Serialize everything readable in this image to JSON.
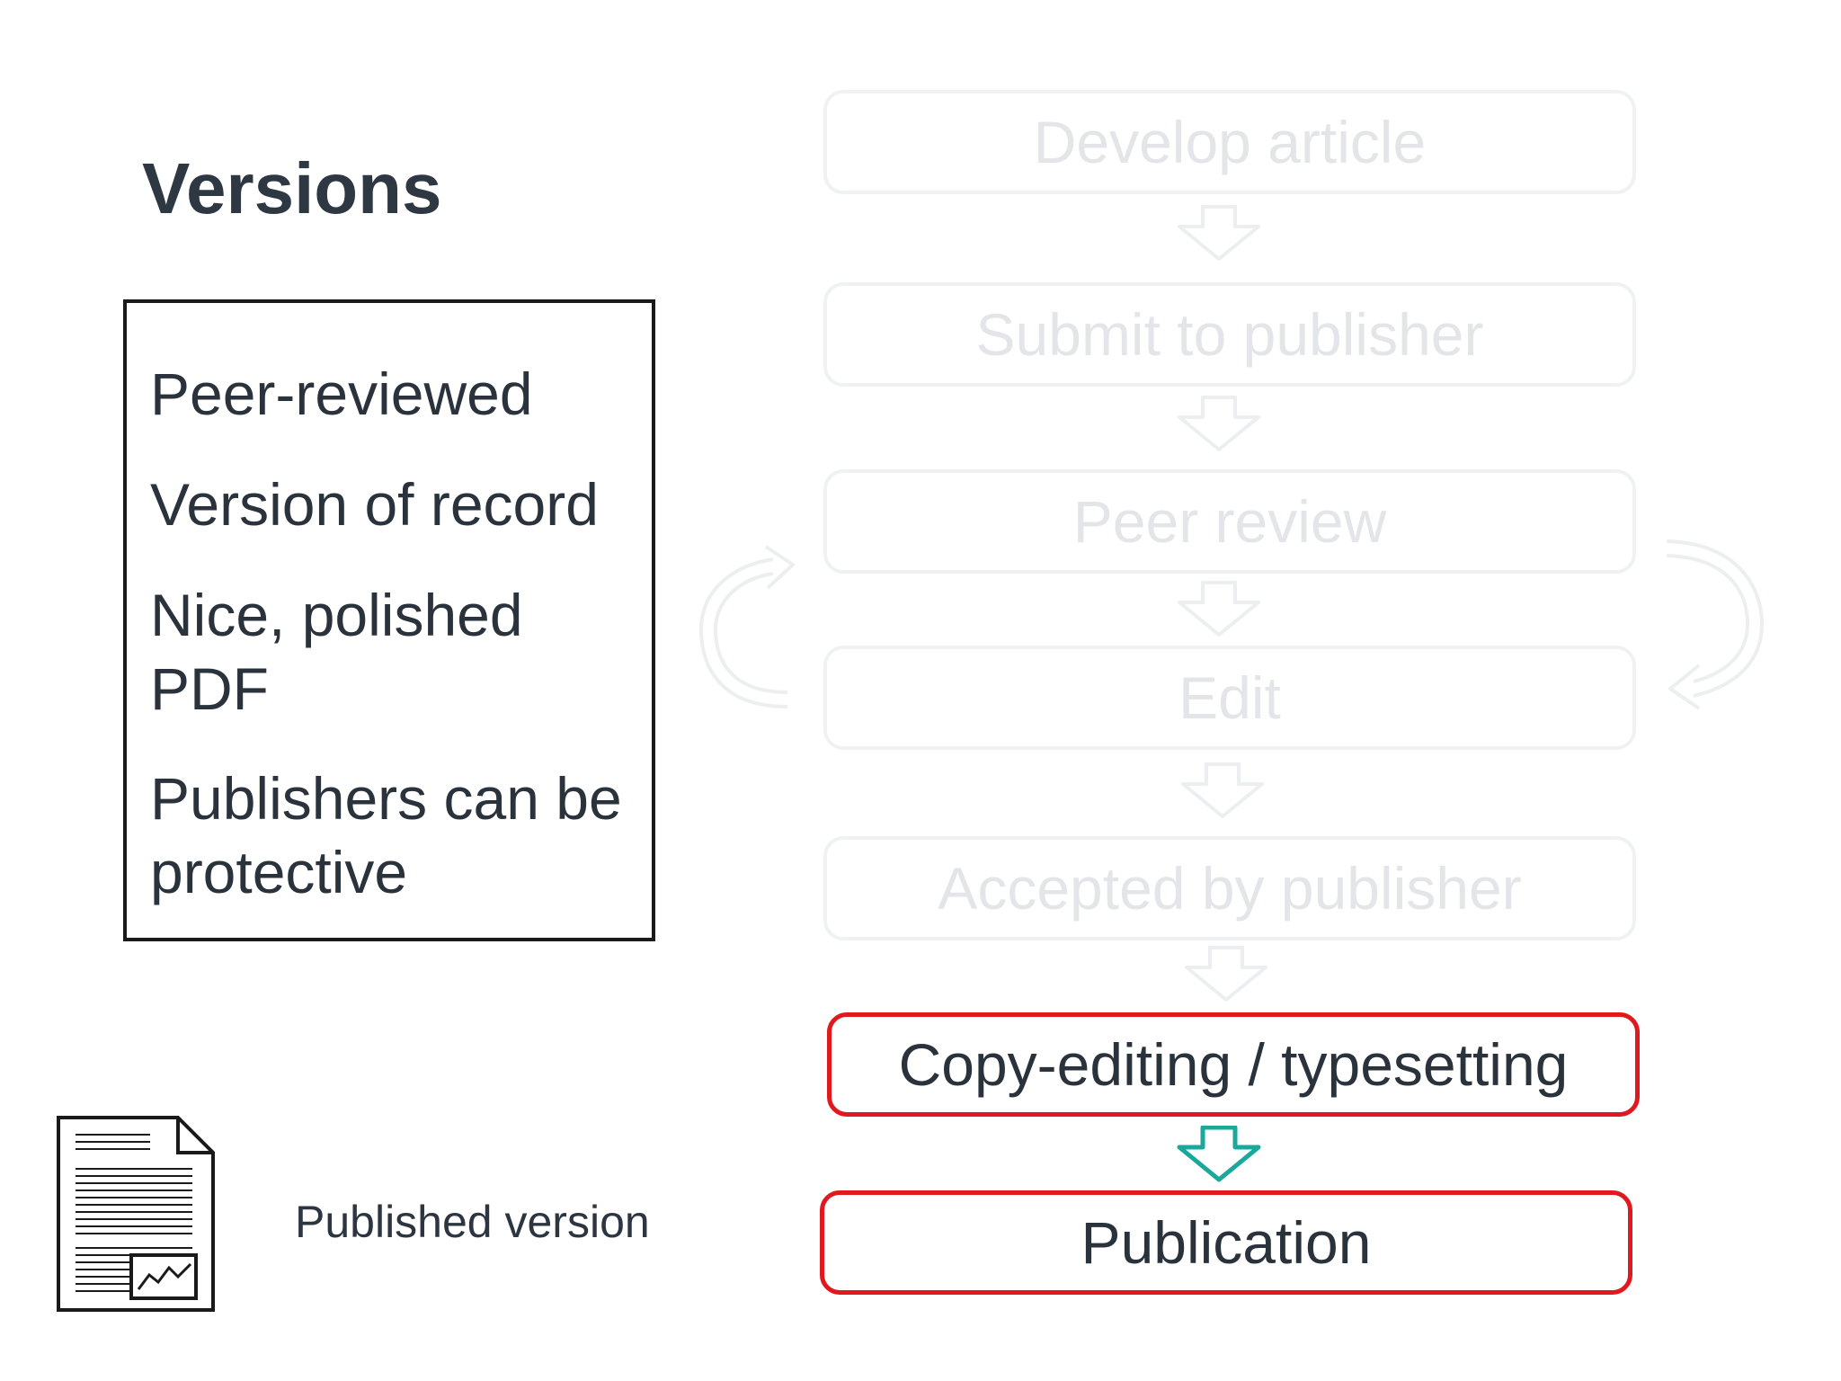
{
  "title": "Versions",
  "info_box": {
    "items": [
      "Peer-reviewed",
      "Version of record",
      "Nice, polished PDF",
      "Publishers can be protective"
    ]
  },
  "document": {
    "icon": "document-icon",
    "label": "Published version"
  },
  "workflow": {
    "steps": [
      {
        "label": "Develop article",
        "state": "faded"
      },
      {
        "label": "Submit to publisher",
        "state": "faded"
      },
      {
        "label": "Peer review",
        "state": "faded"
      },
      {
        "label": "Edit",
        "state": "faded"
      },
      {
        "label": "Accepted by publisher",
        "state": "faded"
      },
      {
        "label": "Copy-editing / typesetting",
        "state": "active"
      },
      {
        "label": "Publication",
        "state": "active"
      }
    ],
    "colors": {
      "highlight_border": "#e0191f",
      "active_arrow": "#1aa89c",
      "faded": "#eceef0"
    }
  }
}
